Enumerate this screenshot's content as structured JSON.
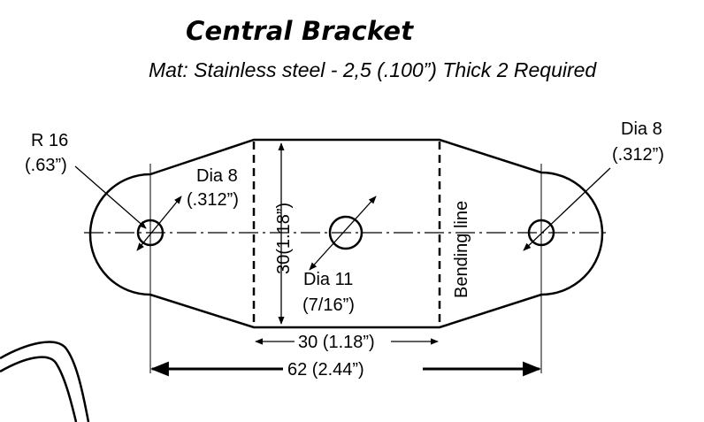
{
  "drawing": {
    "title": "Central Bracket",
    "subtitle": "Mat: Stainless steel - 2,5 (.100”) Thick 2 Required",
    "labels": {
      "r16": "R 16",
      "r16_in": "(.63”)",
      "dia8_left": "Dia 8",
      "dia8_left_in": "(.312”)",
      "dia8_right": "Dia 8",
      "dia8_right_in": "(.312”)",
      "height_dim": "30(1.18”)",
      "dia11": "Dia 11",
      "dia11_in": "(7/16”)",
      "bending_line": "Bending line",
      "width_30": "30 (1.18”)",
      "width_62": "62 (2.44”)"
    }
  }
}
